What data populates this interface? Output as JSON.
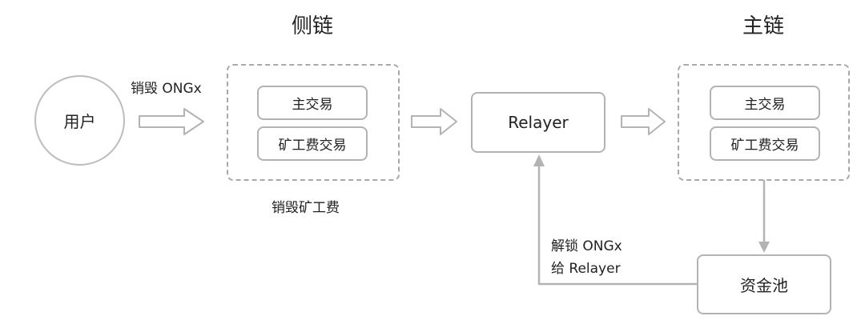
{
  "titles": {
    "sidechain": "侧链",
    "mainchain": "主链"
  },
  "nodes": {
    "user": "用户",
    "relayer": "Relayer",
    "pool": "资金池"
  },
  "sidechain_group": {
    "transactions": [
      "主交易",
      "矿工费交易"
    ],
    "caption": "销毁矿工费"
  },
  "mainchain_group": {
    "transactions": [
      "主交易",
      "矿工费交易"
    ]
  },
  "edges": {
    "user_to_sidechain": "销毁 ONGx",
    "pool_to_relayer_line1": "解锁 ONGx",
    "pool_to_relayer_line2": "给 Relayer"
  },
  "colors": {
    "line": "#b3b3b3",
    "dashed_border": "#a9a9a9",
    "text": "#222222"
  }
}
